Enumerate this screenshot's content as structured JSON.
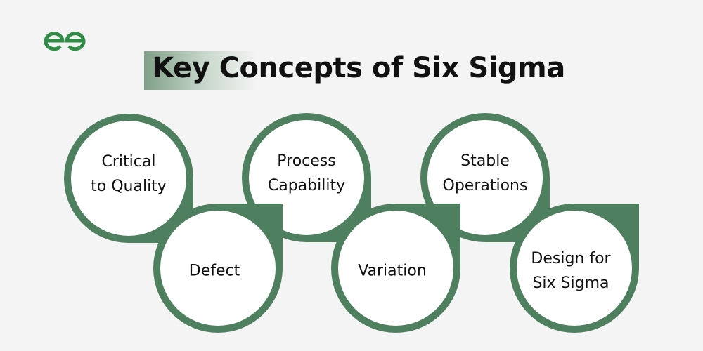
{
  "header": {
    "logo": "GfG",
    "title": "Key Concepts of Six Sigma"
  },
  "colors": {
    "ring": "#4e7f5e",
    "logo": "#2f8d46",
    "fill": "#ffffff"
  },
  "concepts": [
    {
      "lines": [
        "Critical",
        "to Quality"
      ]
    },
    {
      "lines": [
        "Defect"
      ]
    },
    {
      "lines": [
        "Process",
        "Capability"
      ]
    },
    {
      "lines": [
        "Variation"
      ]
    },
    {
      "lines": [
        "Stable",
        "Operations"
      ]
    },
    {
      "lines": [
        "Design for",
        "Six Sigma"
      ]
    }
  ]
}
